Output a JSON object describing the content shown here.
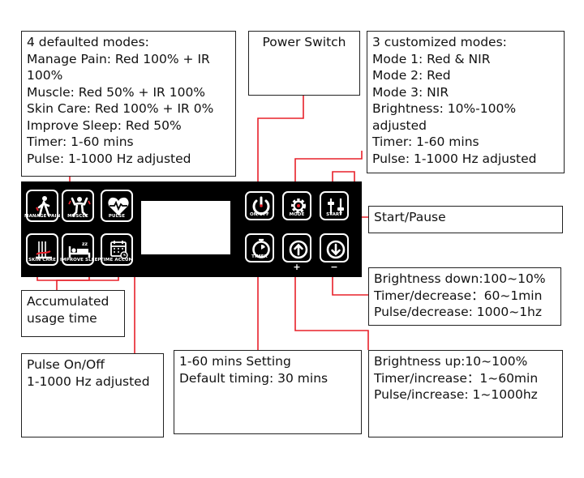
{
  "callouts": {
    "default_modes": [
      "4 defaulted modes:",
      "Manage Pain: Red 100% + IR",
      "100%",
      "Muscle: Red 50% + IR 100%",
      "Skin Care: Red 100% + IR 0%",
      "Improve Sleep:  Red 50%",
      "Timer: 1-60 mins",
      "Pulse: 1-1000 Hz adjusted"
    ],
    "power_switch": [
      "Power Switch"
    ],
    "custom_modes": [
      "3 customized modes:",
      "Mode 1: Red & NIR",
      "Mode 2: Red",
      "Mode 3: NIR",
      "Brightness: 10%-100%",
      "adjusted",
      "Timer: 1-60 mins",
      "Pulse: 1-1000 Hz adjusted"
    ],
    "start_pause": [
      "Start/Pause"
    ],
    "brightness_down": [
      "Brightness  down:100~10%",
      "Timer/decrease：60~1min",
      "Pulse/decrease: 1000~1hz"
    ],
    "accumulated": [
      "Accumulated",
      "usage time"
    ],
    "pulse_onoff": [
      "Pulse On/Off",
      "1-1000 Hz adjusted"
    ],
    "timer_setting": [
      "1-60 mins Setting",
      "Default timing: 30 mins"
    ],
    "brightness_up": [
      "Brightness  up:10~100%",
      "Timer/increase：1~60min",
      "Pulse/increase: 1~1000hz"
    ]
  },
  "panel": {
    "buttons": {
      "manage_pain": "MANAGE PAIN",
      "muscle": "MUSCLE",
      "skin_care": "SKIN CARE",
      "improve_sleep": "IMPROVE SLEEP",
      "pulse": "PULSE",
      "time_accum": "TIME ACCUM",
      "on_off": "ON/OFF",
      "mode": "MODE",
      "start": "START",
      "timer": "TIMER",
      "plus": "+",
      "minus": "−"
    }
  },
  "colors": {
    "leader_line": "#e8202a",
    "panel": "#000000",
    "icon_red": "#e8202a"
  }
}
